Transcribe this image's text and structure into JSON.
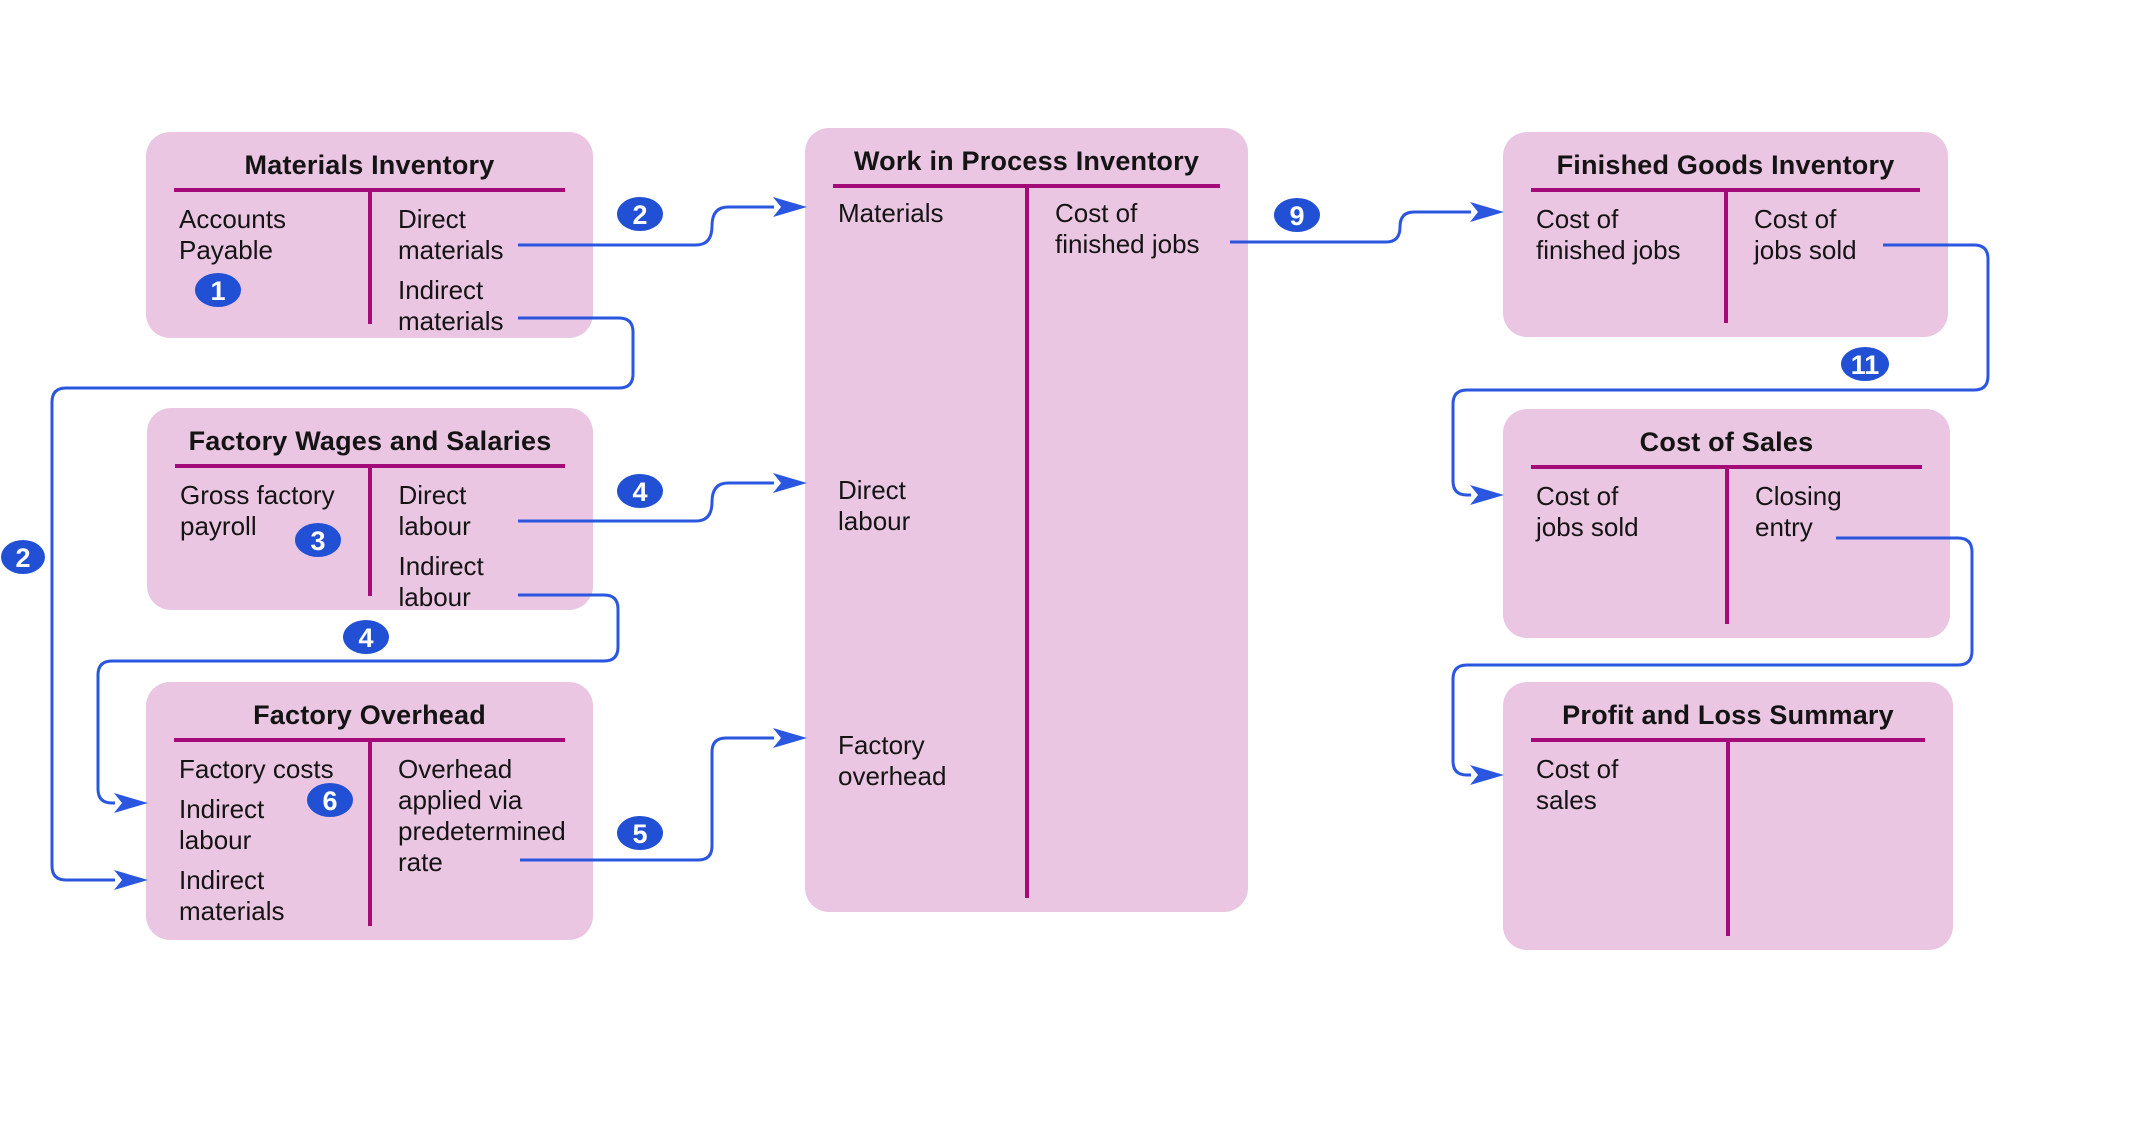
{
  "colors": {
    "background": "#ffffff",
    "box_fill": "#eac6e2",
    "t_rule": "#a50b78",
    "arrow": "#2b57e0",
    "badge_fill": "#2250d4",
    "badge_text": "#ffffff",
    "ink": "#141414"
  },
  "accounts": [
    {
      "key": "materials-inventory",
      "title": "Materials Inventory",
      "left": [
        "Accounts Payable"
      ],
      "right": [
        "Direct materials",
        "Indirect materials"
      ]
    },
    {
      "key": "factory-wages-and-salaries",
      "title": "Factory Wages and Salaries",
      "left": [
        "Gross factory payroll"
      ],
      "right": [
        "Direct labour",
        "Indirect labour"
      ]
    },
    {
      "key": "factory-overhead",
      "title": "Factory Overhead",
      "left": [
        "Factory costs",
        "Indirect labour",
        "Indirect materials"
      ],
      "right": [
        "Overhead applied via predetermined rate"
      ]
    },
    {
      "key": "work-in-process-inventory",
      "title": "Work in Process Inventory",
      "left": [
        "Materials",
        "Direct labour",
        "Factory overhead"
      ],
      "right": [
        "Cost of finished jobs"
      ]
    },
    {
      "key": "finished-goods-inventory",
      "title": "Finished Goods Inventory",
      "left": [
        "Cost of finished jobs"
      ],
      "right": [
        "Cost of jobs sold"
      ]
    },
    {
      "key": "cost-of-sales",
      "title": "Cost of Sales",
      "left": [
        "Cost of jobs sold"
      ],
      "right": [
        "Closing entry"
      ]
    },
    {
      "key": "profit-and-loss-summary",
      "title": "Profit and Loss Summary",
      "left": [
        "Cost of sales"
      ],
      "right": []
    }
  ],
  "badges": {
    "n1": "1",
    "n2a": "2",
    "n2b": "2",
    "n3": "3",
    "n4a": "4",
    "n4b": "4",
    "n5": "5",
    "n6": "6",
    "n9": "9",
    "n11": "11"
  }
}
